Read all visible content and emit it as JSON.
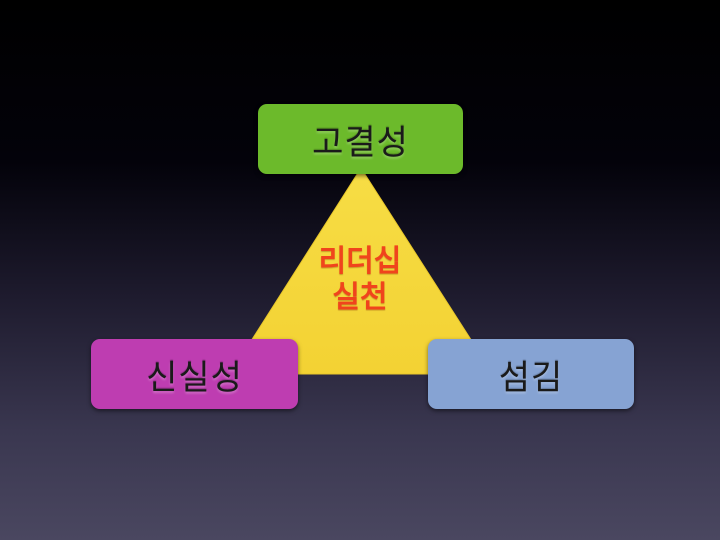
{
  "diagram": {
    "center": {
      "line1": "리더십",
      "line2": "실천"
    },
    "top_box": {
      "label": "고결성",
      "color": "#6cba2b"
    },
    "left_box": {
      "label": "신실성",
      "color": "#be3db1"
    },
    "right_box": {
      "label": "섬김",
      "color": "#86a3d3"
    },
    "triangle_color": "#f5d63a",
    "center_text_color": "#f0441c"
  }
}
